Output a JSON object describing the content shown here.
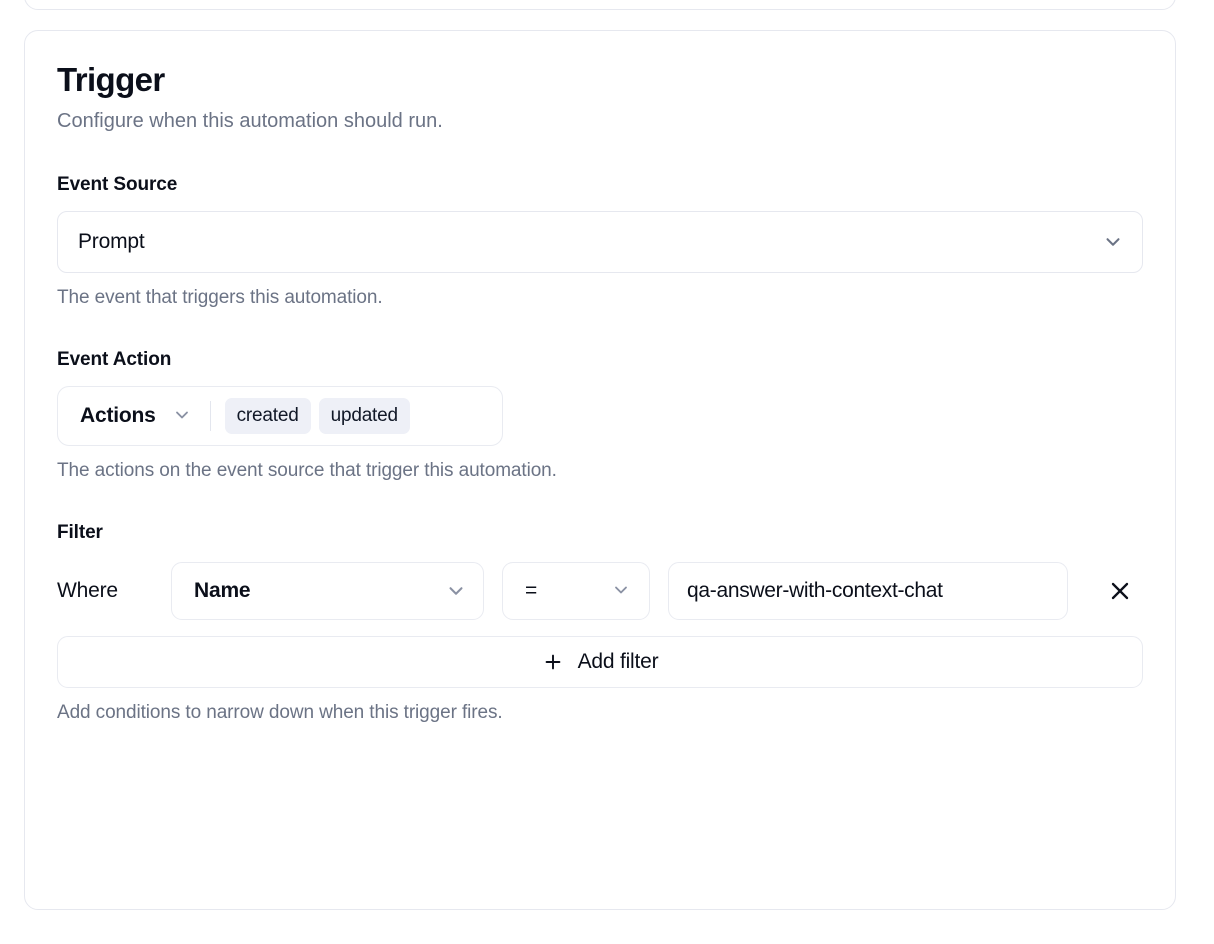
{
  "card": {
    "title": "Trigger",
    "subtitle": "Configure when this automation should run."
  },
  "event_source": {
    "label": "Event Source",
    "value": "Prompt",
    "help": "The event that triggers this automation.",
    "chevron_icon": "chevron-down-icon"
  },
  "event_action": {
    "label": "Event Action",
    "trigger_label": "Actions",
    "chevron_icon": "chevron-down-icon",
    "tokens": [
      "created",
      "updated"
    ],
    "help": "The actions on the event source that trigger this automation."
  },
  "filter": {
    "label": "Filter",
    "where_label": "Where",
    "rows": [
      {
        "field": "Name",
        "operator": "=",
        "value": "qa-answer-with-context-chat",
        "value_placeholder": "Value",
        "remove_icon": "close-icon"
      }
    ],
    "add_button": {
      "label": "Add filter",
      "icon": "plus-icon"
    },
    "help": "Add conditions to narrow down when this trigger fires."
  },
  "colors": {
    "card_border": "#e6e8ef",
    "text_primary": "#0b0f1a",
    "text_muted": "#6b7385",
    "token_bg": "#eef0f7",
    "control_border": "#e9ebf1"
  }
}
